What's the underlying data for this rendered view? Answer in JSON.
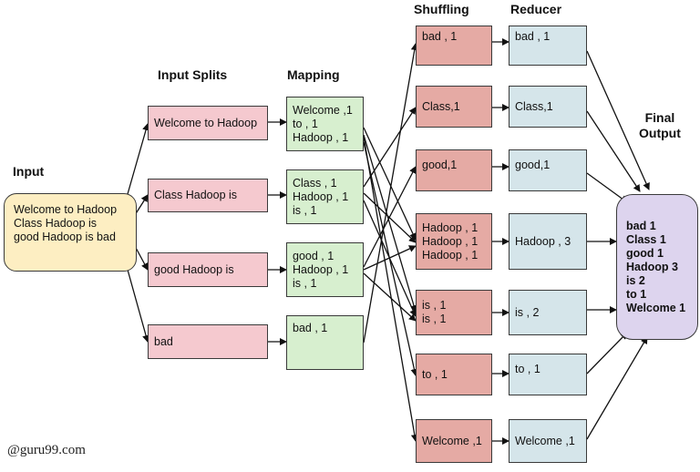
{
  "headers": {
    "input": "Input",
    "splits": "Input Splits",
    "mapping": "Mapping",
    "shuffling": "Shuffling",
    "reducer": "Reducer",
    "final_line1": "Final",
    "final_line2": "Output"
  },
  "input_lines": [
    "Welcome to Hadoop",
    "Class Hadoop is",
    "good Hadoop is bad"
  ],
  "splits": [
    "Welcome to Hadoop",
    "Class Hadoop is",
    "good Hadoop is",
    "bad"
  ],
  "mapping": [
    [
      "Welcome ,1",
      "to , 1",
      "Hadoop , 1"
    ],
    [
      "Class , 1",
      "Hadoop , 1",
      "is , 1"
    ],
    [
      "good , 1",
      "Hadoop , 1",
      "is , 1"
    ],
    [
      "bad , 1"
    ]
  ],
  "shuffling": [
    [
      "bad , 1"
    ],
    [
      "Class,1"
    ],
    [
      "good,1"
    ],
    [
      "Hadoop , 1",
      "Hadoop , 1",
      "Hadoop , 1"
    ],
    [
      "is , 1",
      "is , 1"
    ],
    [
      "to ,  1"
    ],
    [
      "Welcome ,1"
    ]
  ],
  "reducer": [
    "bad , 1",
    "Class,1",
    "good,1",
    "Hadoop , 3",
    "is , 2",
    "to ,  1",
    "Welcome ,1"
  ],
  "final_output": [
    "bad 1",
    "Class 1",
    "good 1",
    "Hadoop 3",
    "is 2",
    "to 1",
    "Welcome 1"
  ],
  "watermark": "@guru99.com",
  "colors": {
    "input": "#fdeec2",
    "split": "#f5c9cf",
    "mapping": "#d7efcf",
    "shuffling": "#e5aaa4",
    "reducer": "#d5e5ea",
    "final": "#ddd4ee",
    "arrow": "#111111"
  }
}
